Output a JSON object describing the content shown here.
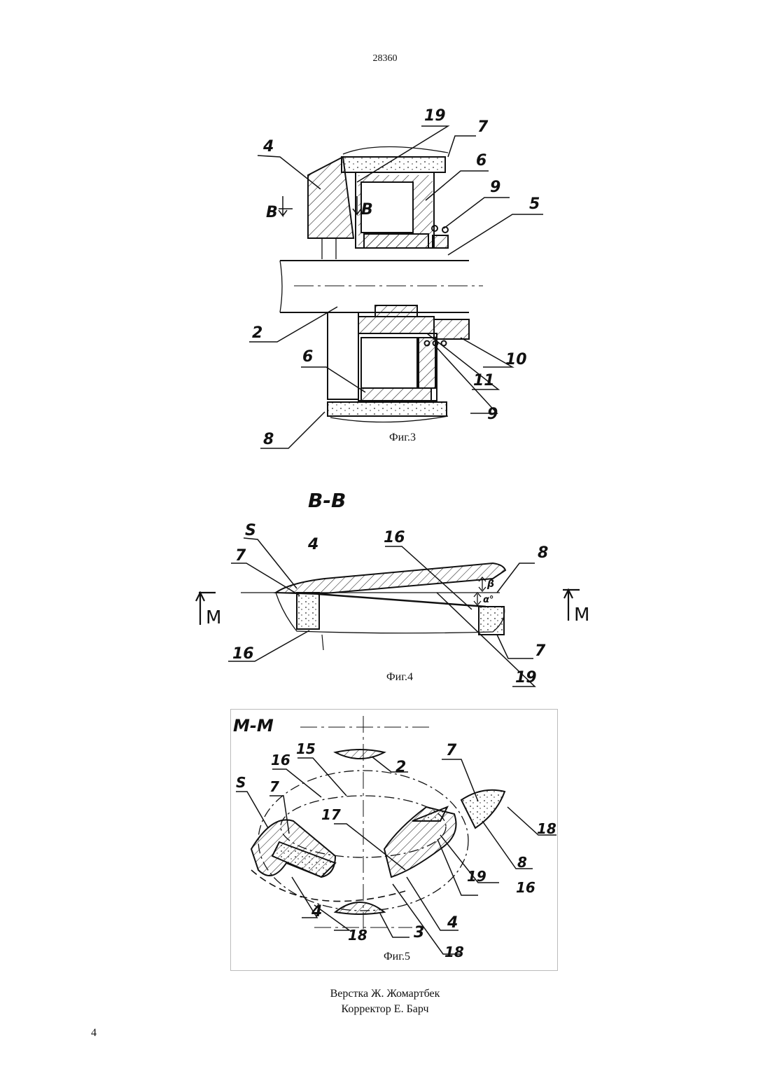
{
  "header": {
    "doc_number": "28360"
  },
  "figures": [
    {
      "caption": "Фиг.3",
      "labels": {
        "l4": "4",
        "l19": "19",
        "l7": "7",
        "l6a": "6",
        "l9a": "9",
        "l5": "5",
        "lB": "B",
        "lB2": "B",
        "l2": "2",
        "l6b": "6",
        "l10": "10",
        "l11": "11",
        "l9b": "9",
        "l8": "8"
      }
    },
    {
      "caption": "Фиг.4",
      "section_title": "B-B",
      "labels": {
        "lS": "S",
        "l4": "4",
        "l16a": "16",
        "l8": "8",
        "l7a": "7",
        "lbeta": "β",
        "lalpha": "α°",
        "lM1": "M",
        "lM2": "M",
        "l16b": "16",
        "l7b": "7",
        "l19": "19"
      }
    },
    {
      "caption": "Фиг.5",
      "section_title": "M-M",
      "labels": {
        "l16a": "16",
        "l15": "15",
        "l2": "2",
        "l7a": "7",
        "lS": "S",
        "l7b": "7",
        "l17": "17",
        "l18a": "18",
        "l8": "8",
        "l19": "19",
        "l16b": "16",
        "l4a": "4",
        "l4b": "4",
        "l18b": "18",
        "l3": "3",
        "l18c": "18"
      }
    }
  ],
  "footer": {
    "layout_credit": "Верстка Ж. Жомартбек",
    "corrector_credit": "Корректор Е. Барч",
    "page_number": "4"
  }
}
